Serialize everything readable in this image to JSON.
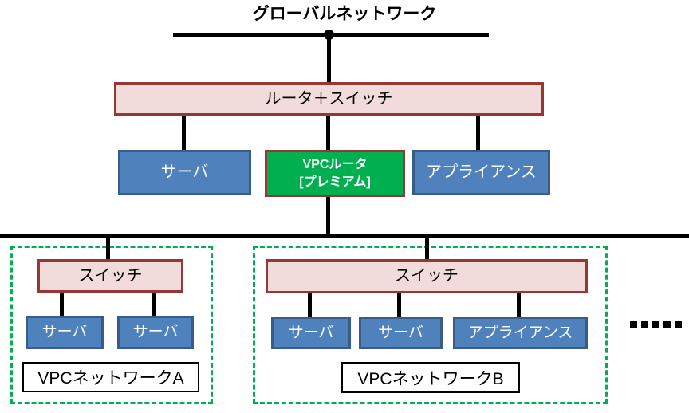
{
  "title": "グローバルネットワーク",
  "nodes": {
    "router_switch": "ルータ＋スイッチ",
    "server": "サーバ",
    "vpc_router": {
      "line1": "VPCルータ",
      "line2": "[プレミアム]"
    },
    "appliance": "アプライアンス"
  },
  "vpc_a": {
    "switch": "スイッチ",
    "servers": [
      "サーバ",
      "サーバ"
    ],
    "name": "VPCネットワークA"
  },
  "vpc_b": {
    "switch": "スイッチ",
    "servers": [
      "サーバ",
      "サーバ"
    ],
    "appliance": "アプライアンス",
    "name": "VPCネットワークB"
  },
  "more_networks_dots": 5,
  "colors": {
    "node_blue_fill": "#4F81BD",
    "node_blue_border": "#385D8A",
    "node_pink_fill": "#F2DCDB",
    "dark_red_border": "#953735",
    "vpc_green": "#00B050",
    "line_black": "#000000"
  }
}
